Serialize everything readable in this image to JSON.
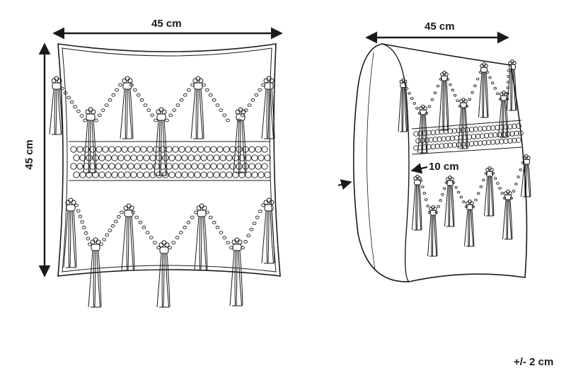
{
  "dimensions": {
    "front_width": "45 cm",
    "front_height": "45 cm",
    "side_width": "45 cm",
    "depth": "10 cm",
    "tolerance": "+/- 2 cm"
  },
  "colors": {
    "line": "#1a1a1a",
    "dot": "#555555",
    "background": "#ffffff"
  }
}
